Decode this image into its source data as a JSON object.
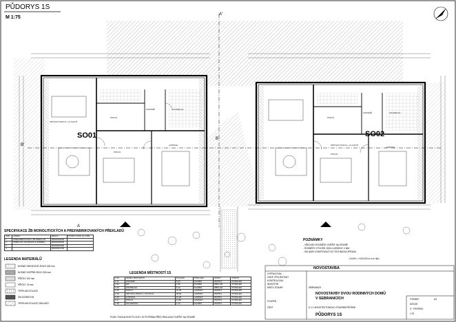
{
  "drawing": {
    "title": "PŮDORYS 1S",
    "scale": "M 1:75",
    "units": [
      {
        "label": "SO01"
      },
      {
        "label": "SO02"
      }
    ],
    "section_markers": [
      "A",
      "A'",
      "B",
      "B'"
    ],
    "room_labels": [
      "OBÝVACÍ POKOJ + KUCHYŇ",
      "OBÝVACÍ POKOJ + KUCHYŇ",
      "POKOJ",
      "POKOJ",
      "POKOJ",
      "POKOJ",
      "LOŽNICE",
      "LOŽNICE",
      "KOUPELNA",
      "KOUPELNA",
      "ZÁDVEŘÍ",
      "ZÁDVEŘÍ"
    ]
  },
  "specifikace": {
    "title": "SPECIFIKACE ŽB MONOLITICKÝCH A PREFABRIKOVANÝCH PŘEKLADŮ",
    "headers": [
      "OZN.",
      "NÁZEV",
      "DÉLKA",
      "POČET KUSŮ pro 1RD"
    ],
    "rows": [
      [
        "1",
        "PREFABRIKOVANÝ ŽB PŘEKLAD",
        "250/250/3000",
        ""
      ],
      [
        "2",
        "PŘEKLAD 1M (ŠPACILA ZÁPŘEL)",
        "250/250/2000",
        ""
      ],
      [
        "3",
        "",
        "250/250/2000",
        ""
      ],
      [
        "4",
        "",
        "250/250/1750",
        ""
      ]
    ]
  },
  "legenda_materialu": {
    "title": "LEGENDA MATERIÁLŮ",
    "items": [
      "NOSNÉ OBVODOVÉ ZDIVO 300 mm",
      "NOSNÉ VNITŘNÍ ZDIVO 250 mm",
      "PŘÍČKY 100 mm",
      "PŘÍČKY 75 mm",
      "TEPELNÁ IZOLACE",
      "ŽELEZOBETON",
      "TEPELNÁ IZOLACE ZÁKLADŮ"
    ]
  },
  "legenda_mistnosti": {
    "title": "LEGENDA MÍSTNOSTÍ 1S",
    "headers": [
      "Č.M.",
      "NÁZEV MÍSTNOSTI",
      "PLOCHA",
      "PODLAHA",
      "STĚNY",
      "STROP"
    ],
    "rows": [
      [
        "1.01",
        "ZÁDVEŘÍ",
        "5,23",
        "DLAŽBA",
        "OMÍTKA",
        "PODHLED"
      ],
      [
        "1.02",
        "WC",
        "1,85",
        "DLAŽBA",
        "OBKLAD",
        "PODHLED"
      ],
      [
        "1.03",
        "KOUPELNA",
        "6,12",
        "DLAŽBA",
        "OBKLAD",
        "PODHLED"
      ],
      [
        "1.04",
        "POKOJ",
        "12,40",
        "LAMINÁT",
        "OMÍTKA",
        "PODHLED"
      ],
      [
        "1.05",
        "OBÝVACÍ POKOJ + KUCHYŇ",
        "38,60",
        "LAMINÁT",
        "OMÍTKA",
        "PODHLED"
      ],
      [
        "1.06",
        "LOŽNICE",
        "14,20",
        "LAMINÁT",
        "OMÍTKA",
        "PODHLED"
      ],
      [
        "1.07",
        "POKOJ",
        "11,80",
        "LAMINÁT",
        "OMÍTKA",
        "PODHLED"
      ],
      [
        "1.08",
        "TECHNICKÁ",
        "4,10",
        "DLAŽBA",
        "OMÍTKA",
        "PODHLED"
      ]
    ]
  },
  "poznamky": {
    "title": "POZNÁMKY",
    "lines": [
      "- VŠECHNY ROZMĚRY OVĚŘIT NA STAVBĚ",
      "- ROZMĚRY OTVORŮ JSOU UVEDENY V MM",
      "- SKLADBY KONSTRUKCÍ VIZ TECHNICKÁ ZPRÁVA",
      "- ±0,000 = +415,200 m n.m. Bpv"
    ]
  },
  "razitko": {
    "project": "NOVOSTAVBA",
    "title_line1": "NOVOSTAVBY DVOU RODINNÝCH DOMŮ",
    "title_line2": "V SEBRANICÍCH",
    "drawing_name": "PŮDORYS 1S",
    "scale": "1:75",
    "format_label": "FORMÁT",
    "format_value": "A3",
    "date_label": "DATUM",
    "cislo_label": "Č. VÝKRESU",
    "fields": [
      {
        "label": "VYPRACOVAL",
        "value": ""
      },
      {
        "label": "ZODP. PROJEKTANT",
        "value": ""
      },
      {
        "label": "KONTROLOVAL",
        "value": ""
      },
      {
        "label": "INVESTOR",
        "value": ""
      },
      {
        "label": "MÍSTO STAVBY",
        "value": "SEBRANICE"
      },
      {
        "label": "STUPEŇ",
        "value": ""
      },
      {
        "label": "ČÁST",
        "value": "D.1.1 ARCHITEKTONICKO-STAVEBNÍ ŘEŠENÍ"
      }
    ]
  },
  "bottom_note": "POZN. PODLAHOVÉ PLOCHY JE POTŘEBA PŘED REALIZACÍ OVĚŘIT NA STAVBĚ"
}
